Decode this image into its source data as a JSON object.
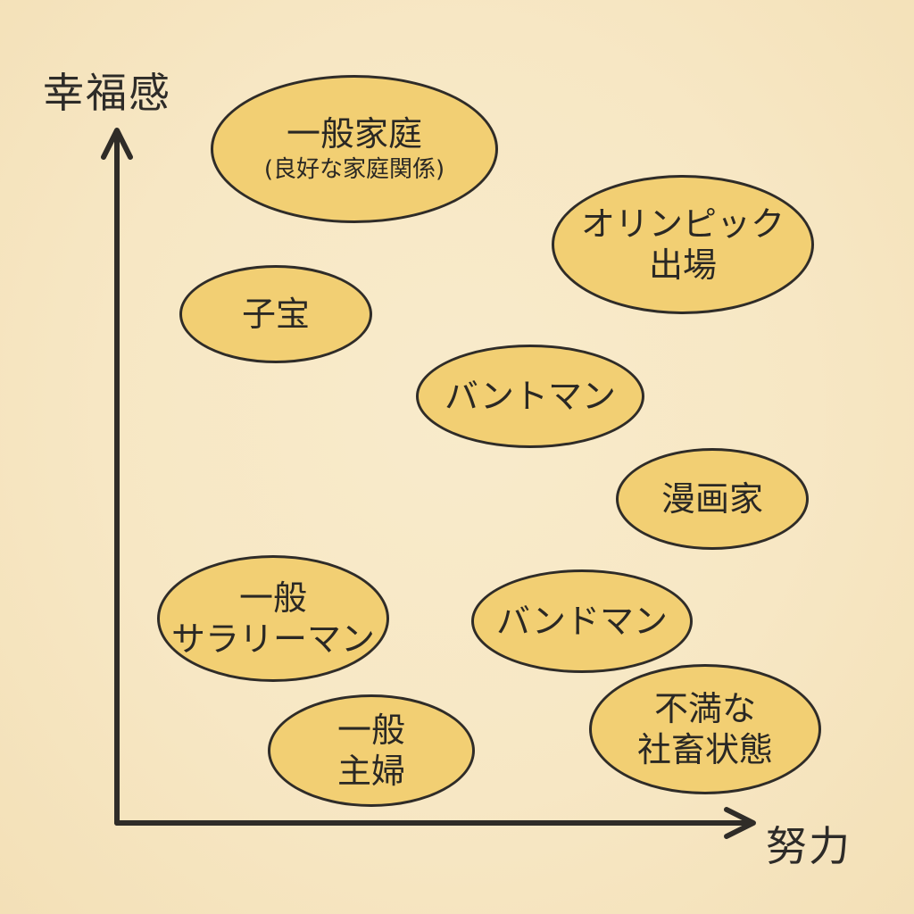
{
  "axes": {
    "y_label": "幸福感",
    "x_label": "努力"
  },
  "bubbles": [
    {
      "lines": [
        "一般家庭"
      ],
      "sub": "(良好な家庭関係)"
    },
    {
      "lines": [
        "オリンピック",
        "出場"
      ]
    },
    {
      "lines": [
        "子宝"
      ]
    },
    {
      "lines": [
        "バントマン"
      ]
    },
    {
      "lines": [
        "漫画家"
      ]
    },
    {
      "lines": [
        "一般",
        "サラリーマン"
      ]
    },
    {
      "lines": [
        "バンドマン"
      ]
    },
    {
      "lines": [
        "一般",
        "主婦"
      ]
    },
    {
      "lines": [
        "不満な",
        "社畜状態"
      ]
    }
  ],
  "colors": {
    "background": "#f7e7c4",
    "bubble_fill": "#f2cf73",
    "ink": "#2f2c28"
  }
}
